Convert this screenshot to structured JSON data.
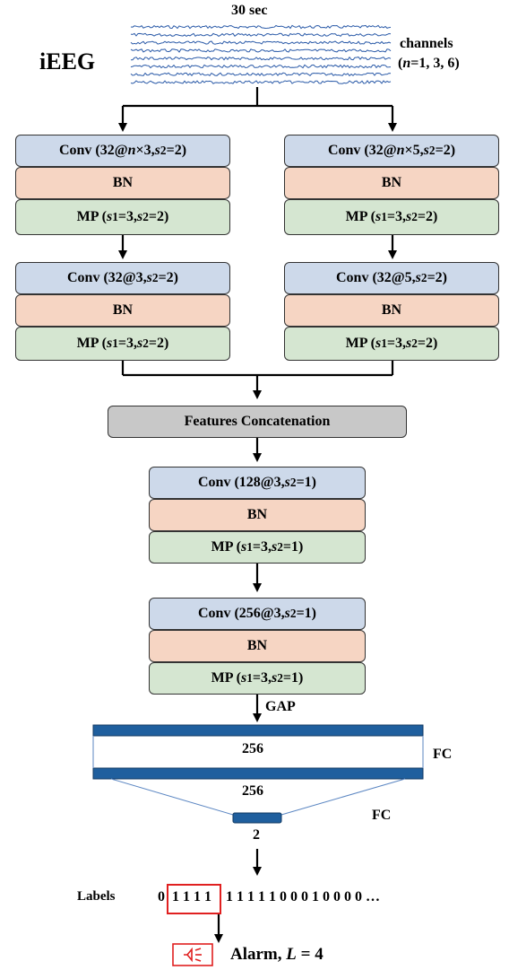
{
  "header": {
    "duration": "30 sec",
    "signal": "iEEG",
    "channels_line1": "channels",
    "channels_line2": "(n=1, 3, 6)"
  },
  "left_branch": {
    "block1": {
      "conv": "Conv (32@n×3, s2=2)",
      "bn": "BN",
      "mp": "MP (s1=3, s2=2)"
    },
    "block2": {
      "conv": "Conv (32@3, s2=2)",
      "bn": "BN",
      "mp": "MP (s1=3, s2=2)"
    }
  },
  "right_branch": {
    "block1": {
      "conv": "Conv (32@n×5, s2=2)",
      "bn": "BN",
      "mp": "MP (s1=3, s2=2)"
    },
    "block2": {
      "conv": "Conv (32@5, s2=2)",
      "bn": "BN",
      "mp": "MP (s1=3, s2=2)"
    }
  },
  "concat": "Features Concatenation",
  "main": {
    "block1": {
      "conv": "Conv (128@3, s2=1)",
      "bn": "BN",
      "mp": "MP (s1=3, s2=1)"
    },
    "block2": {
      "conv": "Conv (256@3, s2=1)",
      "bn": "BN",
      "mp": "MP (s1=3, s2=1)"
    }
  },
  "gap": "GAP",
  "fc": {
    "fc1_units": "256",
    "fc1_label": "FC",
    "fc2_units": "256",
    "fc2_label": "FC",
    "out_units": "2"
  },
  "labels": {
    "caption": "Labels",
    "first": "0",
    "boxed": "1 1 1 1",
    "rest": "1 1 1 1 1 0 0 0 1 0 0 0 0 …"
  },
  "alarm": {
    "text": "Alarm, L = 4",
    "icon": "speaker-icon"
  },
  "colors": {
    "conv": "#cdd9ea",
    "bn": "#f6d5c3",
    "mp": "#d5e6d1",
    "concat": "#c8c8c8",
    "fc": "#1f5f9e",
    "alarm": "#e02020",
    "signal": "#2a5aa8"
  }
}
